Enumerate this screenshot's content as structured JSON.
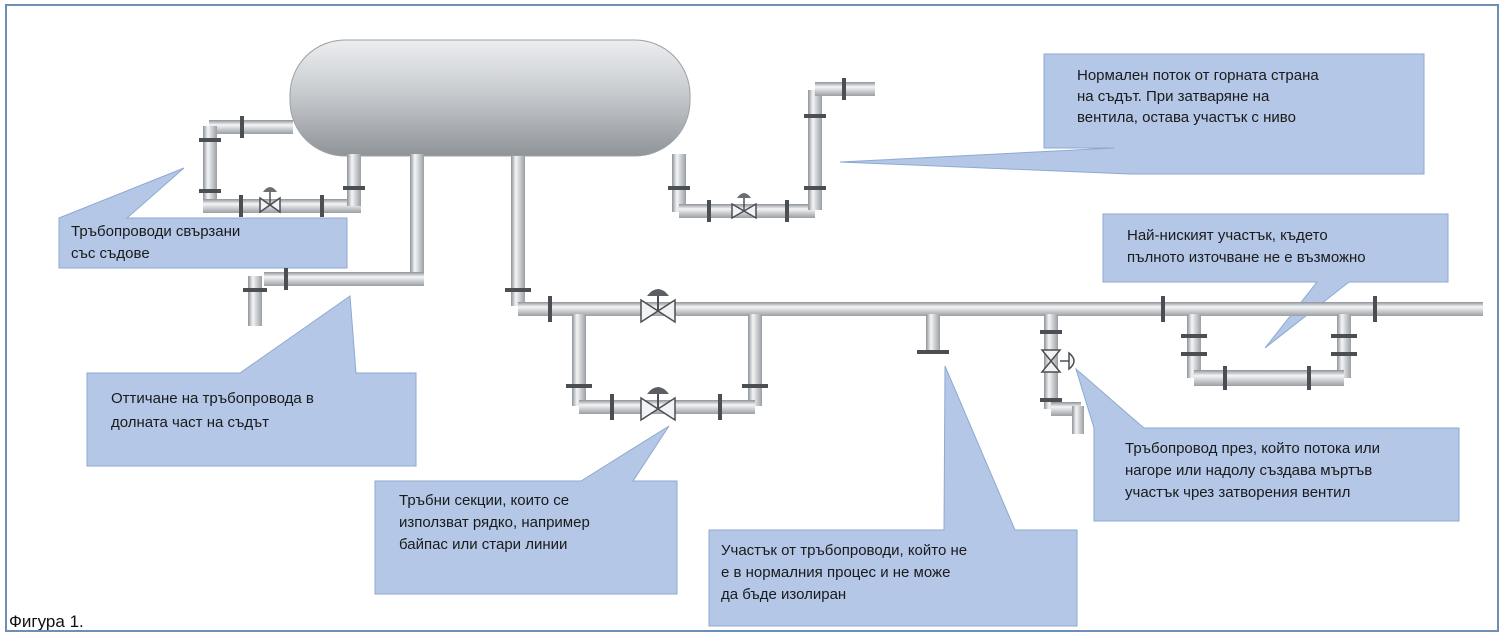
{
  "callouts": {
    "vessel_pipes": [
      "Тръбопроводи свързани",
      "със съдове"
    ],
    "normal_flow": [
      "Нормален поток от горната страна",
      "на съдът. При затваряне на",
      "вентила, остава участък с ниво"
    ],
    "lowest_section": [
      "Най-ниският участък, където",
      "пълното източване не е възможно"
    ],
    "bottom_drain": [
      "Оттичане на тръбопровода в",
      "долната част на съдът"
    ],
    "rare_sections": [
      "Тръбни секции, които се",
      "използват рядко, например",
      "байпас или стари линии"
    ],
    "non_isolated": [
      "Участък от тръбопроводи, който не",
      "е в нормалния процес и не може",
      "да бъде изолиран"
    ],
    "valve_dead_leg": [
      "Тръбопровод през, който потока или",
      "нагоре или надолу създава мъртъв",
      "участък чрез затворения вентил"
    ]
  },
  "caption": "Фигура 1.",
  "colors": {
    "callout_fill": "#b4c7e7",
    "callout_stroke": "#8eaad0",
    "pipe": "#c9cdd1",
    "flange": "#4b4f54",
    "vessel": "#c4c7cb"
  }
}
